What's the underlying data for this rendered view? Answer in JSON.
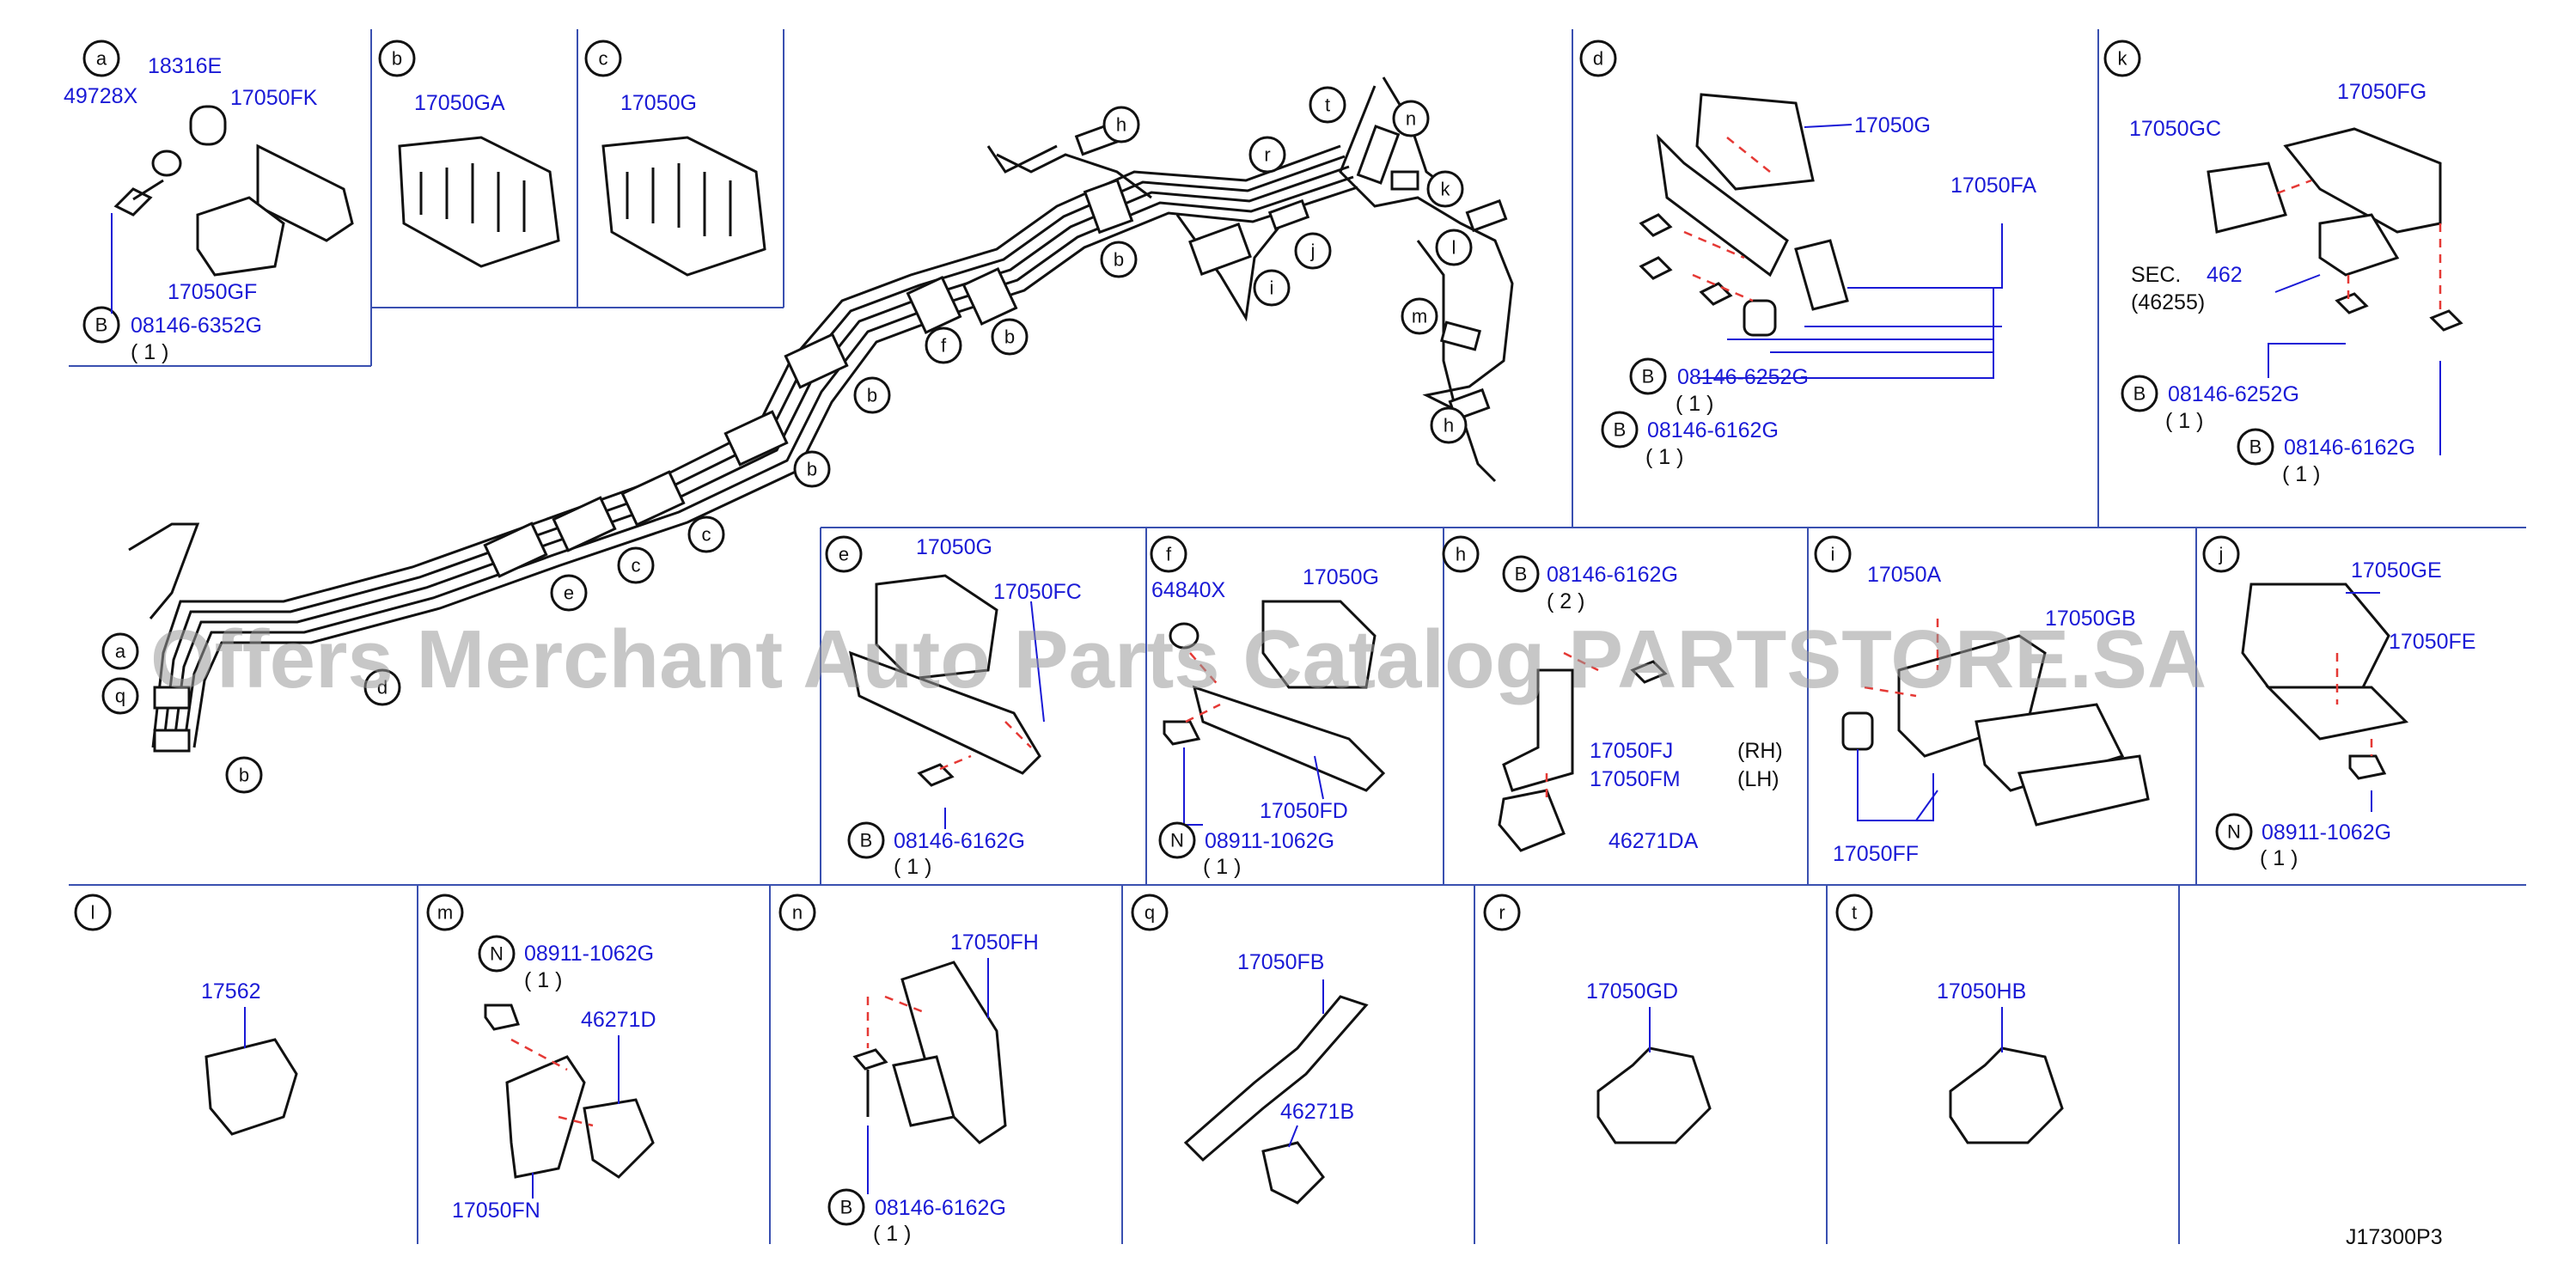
{
  "watermark": "Offers Merchant Auto Parts Catalog PARTSTORE.SA",
  "figure_code": "J17300P3",
  "panels": {
    "a": {
      "letter": "a",
      "parts": {
        "p1": "49728X",
        "p2": "18316E",
        "p3": "17050FK",
        "p4": "17050GF"
      },
      "bolt": {
        "prefix": "B",
        "code": "08146-6352G",
        "qty": "( 1 )"
      }
    },
    "b": {
      "letter": "b",
      "part": "17050GA"
    },
    "c": {
      "letter": "c",
      "part": "17050G"
    },
    "d": {
      "letter": "d",
      "parts": {
        "p1": "17050G",
        "p2": "17050FA"
      },
      "bolt1": {
        "prefix": "B",
        "code": "08146-6252G",
        "qty": "( 1 )"
      },
      "bolt2": {
        "prefix": "B",
        "code": "08146-6162G",
        "qty": "( 1 )"
      }
    },
    "k": {
      "letter": "k",
      "parts": {
        "p1": "17050GC",
        "p2": "17050FG"
      },
      "sec": {
        "prefix": "SEC.",
        "num": "462",
        "ref": "(46255)"
      },
      "bolt1": {
        "prefix": "B",
        "code": "08146-6252G",
        "qty": "( 1 )"
      },
      "bolt2": {
        "prefix": "B",
        "code": "08146-6162G",
        "qty": "( 1 )"
      }
    },
    "e": {
      "letter": "e",
      "parts": {
        "p1": "17050G",
        "p2": "17050FC"
      },
      "bolt": {
        "prefix": "B",
        "code": "08146-6162G",
        "qty": "( 1 )"
      }
    },
    "f": {
      "letter": "f",
      "parts": {
        "p1": "64840X",
        "p2": "17050G",
        "p3": "17050FD"
      },
      "nut": {
        "prefix": "N",
        "code": "08911-1062G",
        "qty": "( 1 )"
      }
    },
    "h": {
      "letter": "h",
      "bolt": {
        "prefix": "B",
        "code": "08146-6162G",
        "qty": "( 2 )"
      },
      "parts": {
        "p1": "17050FJ",
        "p2": "17050FM",
        "p3": "46271DA"
      },
      "side1": "(RH)",
      "side2": "(LH)"
    },
    "i": {
      "letter": "i",
      "parts": {
        "p1": "17050A",
        "p2": "17050GB",
        "p3": "17050FF"
      }
    },
    "j": {
      "letter": "j",
      "parts": {
        "p1": "17050GE",
        "p2": "17050FE"
      },
      "nut": {
        "prefix": "N",
        "code": "08911-1062G",
        "qty": "( 1 )"
      }
    },
    "l": {
      "letter": "l",
      "part": "17562"
    },
    "m": {
      "letter": "m",
      "nut": {
        "prefix": "N",
        "code": "08911-1062G",
        "qty": "( 1 )"
      },
      "parts": {
        "p1": "46271D",
        "p2": "17050FN"
      }
    },
    "n": {
      "letter": "n",
      "parts": {
        "p1": "17050FH"
      },
      "bolt": {
        "prefix": "B",
        "code": "08146-6162G",
        "qty": "( 1 )"
      }
    },
    "q": {
      "letter": "q",
      "parts": {
        "p1": "17050FB",
        "p2": "46271B"
      }
    },
    "r": {
      "letter": "r",
      "part": "17050GD"
    },
    "t": {
      "letter": "t",
      "part": "17050HB"
    }
  },
  "main_callouts": [
    "h",
    "r",
    "t",
    "n",
    "b",
    "k",
    "j",
    "i",
    "l",
    "m",
    "h",
    "b",
    "f",
    "b",
    "b",
    "c",
    "c",
    "e",
    "a",
    "q",
    "b",
    "d"
  ]
}
